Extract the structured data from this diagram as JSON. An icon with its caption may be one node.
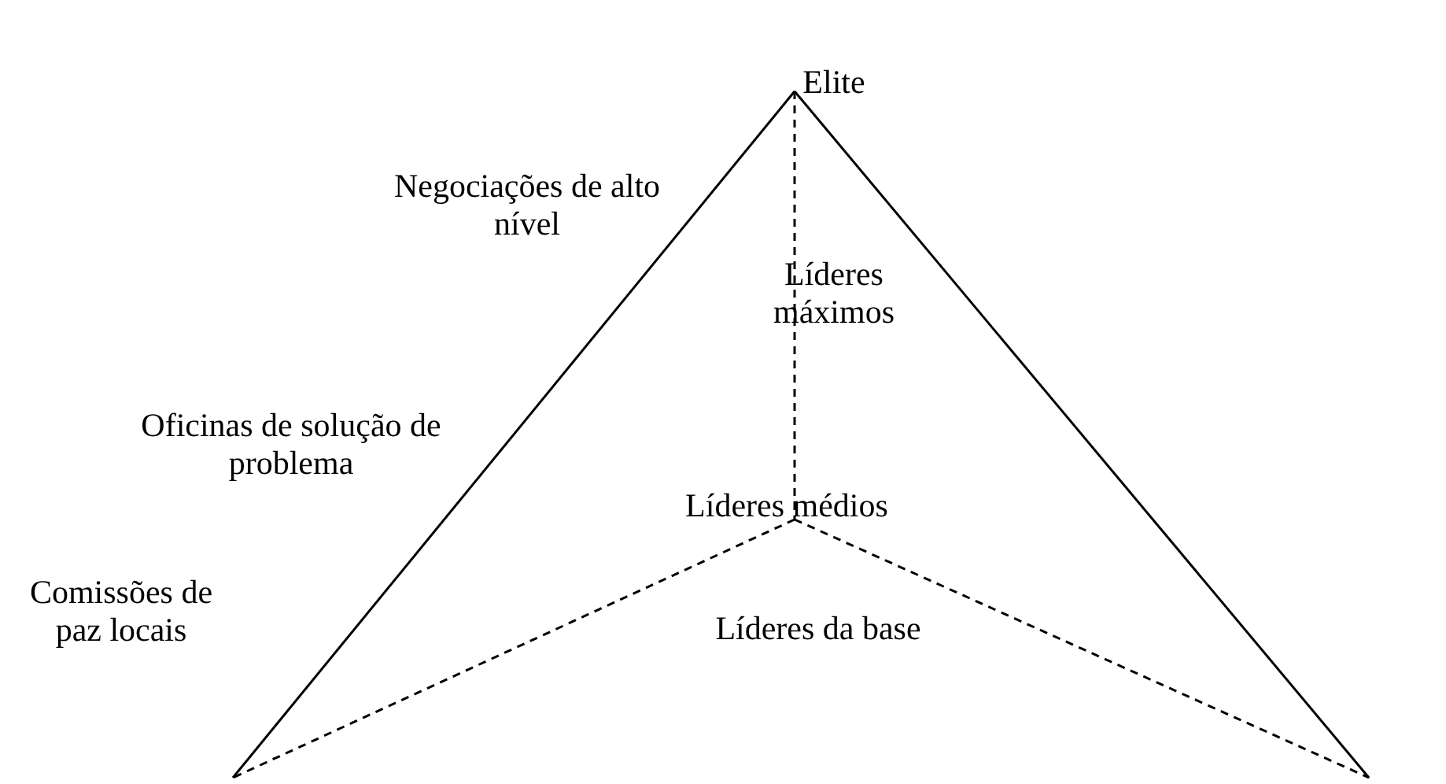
{
  "diagram": {
    "labels": [
      "Elite",
      "Negociações de alto nível",
      "Líderes máximos",
      "Oficinas de solução de problema",
      "Líderes médios",
      "Comissões de paz locais",
      "Líderes da base"
    ]
  }
}
